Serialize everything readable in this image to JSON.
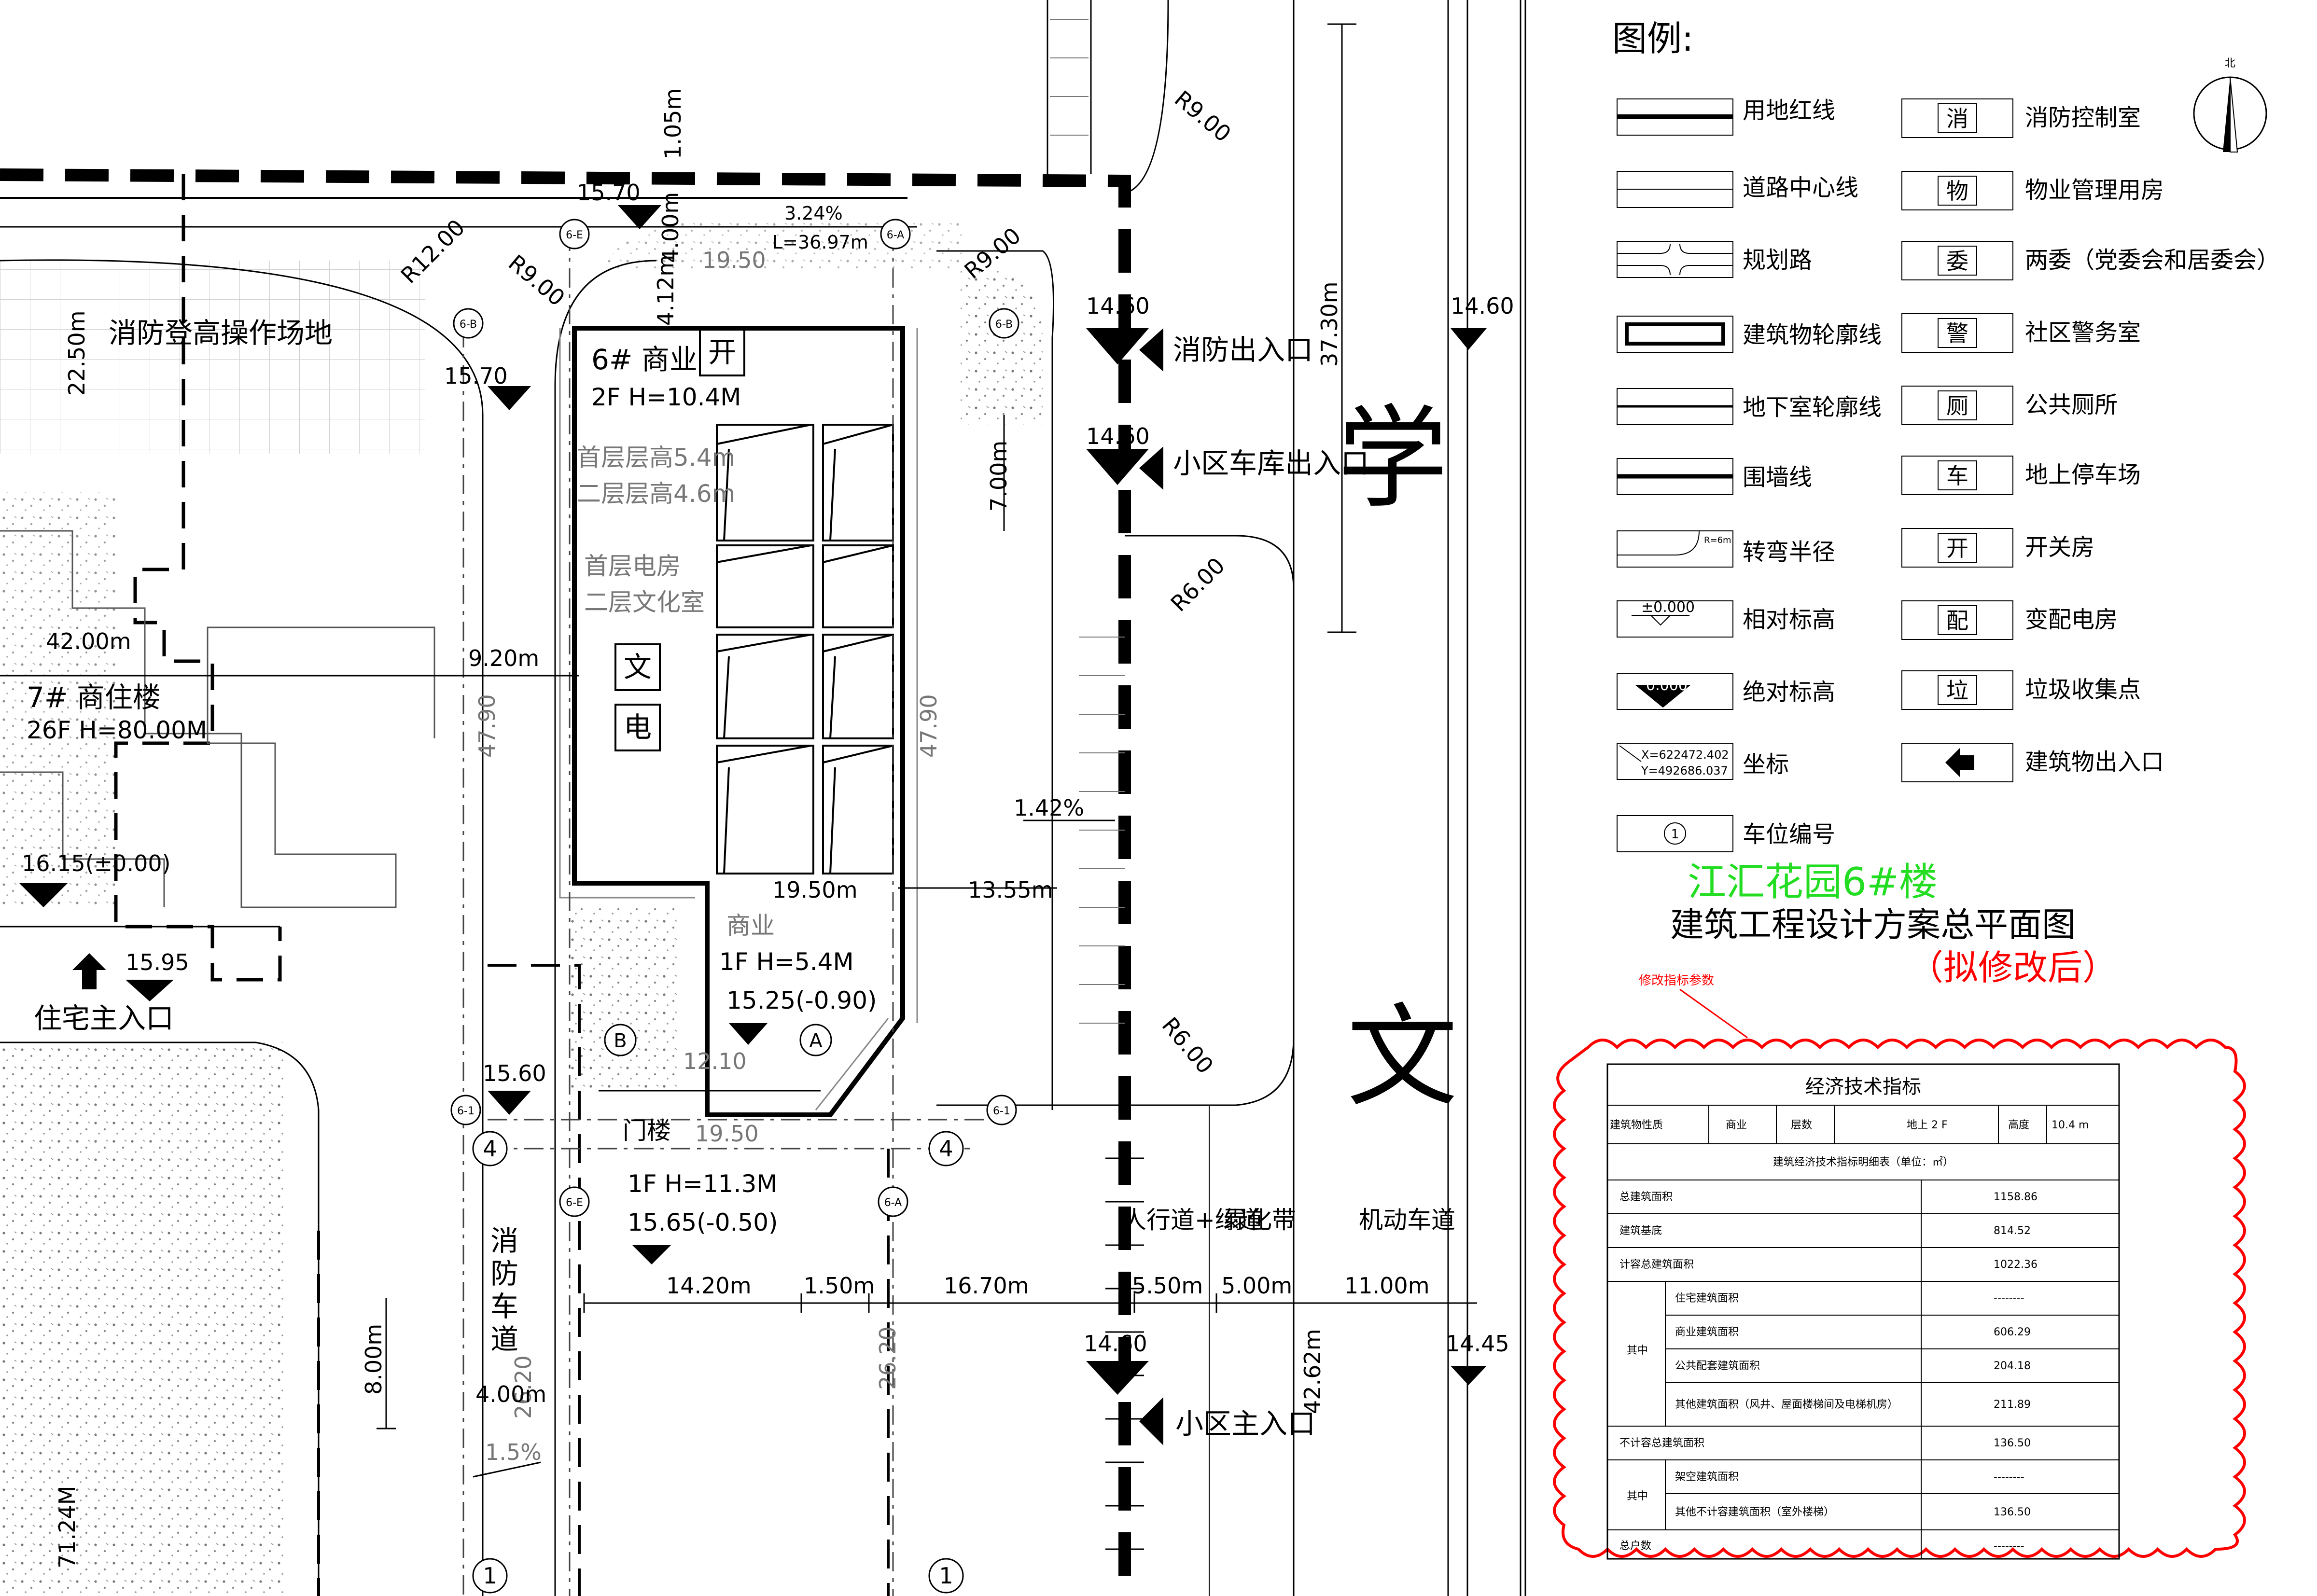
{
  "plan": {
    "fire_platform": "消防登高操作场地",
    "buildings": {
      "b6_name": "6# 商业",
      "b6_info": "2F H=10.4M",
      "b6_floor1": "首层层高5.4m",
      "b6_floor2": "二层层高4.6m",
      "b6_use1": "首层电房",
      "b6_use2": "二层文化室",
      "b7_name": "7# 商住楼",
      "b7_info": "26F H=80.00M",
      "shop_name": "商业",
      "shop_info": "1F H=5.4M",
      "shop_elev": "15.25(-0.90)",
      "gate_name": "门楼",
      "gate_info": "1F H=11.3M",
      "gate_elev": "15.65(-0.50)"
    },
    "room_tags": {
      "kai": "开",
      "wen": "文",
      "dian": "电"
    },
    "entrances": {
      "fire_exit": "消防出入口",
      "garage_exit": "小区车库出入口",
      "main_entrance": "小区主入口",
      "residential_main": "住宅主入口"
    },
    "fire_lane": "消防车道",
    "road_sections": {
      "sidewalk": "人行道+绿道",
      "greenbelt": "绿化带",
      "motorway": "机动车道"
    },
    "road_big_chars": {
      "xue": "学",
      "wen": "文"
    },
    "radii": {
      "r1": "R12.00",
      "r2": "R9.00",
      "r3": "R9.00",
      "r4": "R9.00",
      "r5": "R6.00",
      "r6": "R6.00"
    },
    "elevations": {
      "e1": "15.70",
      "e2": "15.70",
      "e3": "14.60",
      "e4": "14.60",
      "e5": "14.60",
      "e6": "14.60",
      "e7": "14.45",
      "e8": "16.15(±0.00)",
      "e9": "15.95",
      "e10": "15.60"
    },
    "dimensions": {
      "d_22_50": "22.50m",
      "d_42_00": "42.00m",
      "d_9_20": "9.20m",
      "d_47_90a": "47.90",
      "d_47_90b": "47.90",
      "d_19_50a": "19.50",
      "d_19_50b": "19.50m",
      "d_19_50c": "19.50",
      "d_12_10": "12.10",
      "d_3_24": "3.24%",
      "d_L": "L=36.97m",
      "d_4_12": "4.12m",
      "d_4_00a": "4.00m",
      "d_1_05": "1.05m",
      "d_7_00": "7.00m",
      "d_37_30": "37.30m",
      "d_1_42": "1.42%",
      "d_13_55": "13.55m",
      "d_14_20": "14.20m",
      "d_1_50": "1.50m",
      "d_16_70": "16.70m",
      "d_5_50": "5.50m",
      "d_5_00": "5.00m",
      "d_11_00": "11.00m",
      "d_42_62": "42.62m",
      "d_26_20a": "26.20",
      "d_26_20b": "26.20",
      "d_8_00": "8.00m",
      "d_4_00b": "4.00m",
      "d_1_5": "1.5%",
      "d_71_24": "71.24M"
    },
    "axis_labels": {
      "a_6E_top": "6-E",
      "a_6A_top": "6-A",
      "a_6B_left": "6-B",
      "a_6B_right": "6-B",
      "a_B": "B",
      "a_A": "A",
      "a_61_left": "6-1",
      "a_61_right": "6-1",
      "a_4_left": "4",
      "a_4_right": "4",
      "a_6E_bottom": "6-E",
      "a_6A_bottom": "6-A",
      "a_1_left": "1",
      "a_1_right": "1"
    }
  },
  "legend": {
    "title": "图例:",
    "north": "北",
    "left_items": [
      "用地红线",
      "道路中心线",
      "规划路",
      "建筑物轮廓线",
      "地下室轮廓线",
      "围墙线",
      "转弯半径",
      "相对标高",
      "绝对标高",
      "坐标",
      "车位编号"
    ],
    "samples": {
      "radius": "R=6m",
      "relative": "±0.000",
      "absolute": "0.000",
      "coord_x": "X=622472.402",
      "coord_y": "Y=492686.037",
      "space_no": "1"
    },
    "right_items": [
      {
        "sym": "消",
        "label": "消防控制室"
      },
      {
        "sym": "物",
        "label": "物业管理用房"
      },
      {
        "sym": "委",
        "label": "两委（党委会和居委会）"
      },
      {
        "sym": "警",
        "label": "社区警务室"
      },
      {
        "sym": "厕",
        "label": "公共厕所"
      },
      {
        "sym": "车",
        "label": "地上停车场"
      },
      {
        "sym": "开",
        "label": "开关房"
      },
      {
        "sym": "配",
        "label": "变配电房"
      },
      {
        "sym": "垃",
        "label": "垃圾收集点"
      },
      {
        "sym": "",
        "label": "建筑物出入口"
      }
    ]
  },
  "title_block": {
    "project": "江汇花园6#楼",
    "drawing": "建筑工程设计方案总平面图",
    "status": "（拟修改后）",
    "note": "修改指标参数",
    "colors": {
      "project": "#22dd22",
      "status": "#ff0000",
      "cloud": "#ff0000"
    }
  },
  "indicators": {
    "title": "经济技术指标",
    "row1": {
      "k1": "建筑物性质",
      "v1": "商业",
      "k2": "层数",
      "v2": "地上 2 F",
      "k3": "高度",
      "v3": "10.4  m"
    },
    "subtitle": "建筑经济技术指标明细表（单位：㎡）",
    "rows": [
      {
        "group": "",
        "label": "总建筑面积",
        "value": "1158.86"
      },
      {
        "group": "",
        "label": "建筑基底",
        "value": "814.52"
      },
      {
        "group": "",
        "label": "计容总建筑面积",
        "value": "1022.36"
      },
      {
        "group": "其中",
        "label": "住宅建筑面积",
        "value": "--------"
      },
      {
        "group": "",
        "label": "商业建筑面积",
        "value": "606.29"
      },
      {
        "group": "",
        "label": "公共配套建筑面积",
        "value": "204.18"
      },
      {
        "group": "",
        "label": "其他建筑面积（风井、屋面楼梯间及电梯机房）",
        "value": "211.89"
      },
      {
        "group": "",
        "label": "不计容总建筑面积",
        "value": "136.50"
      },
      {
        "group": "其中",
        "label": "架空建筑面积",
        "value": "--------"
      },
      {
        "group": "",
        "label": "其他不计容建筑面积（室外楼梯）",
        "value": "136.50"
      },
      {
        "group": "",
        "label": "总户数",
        "value": "--------"
      }
    ]
  }
}
